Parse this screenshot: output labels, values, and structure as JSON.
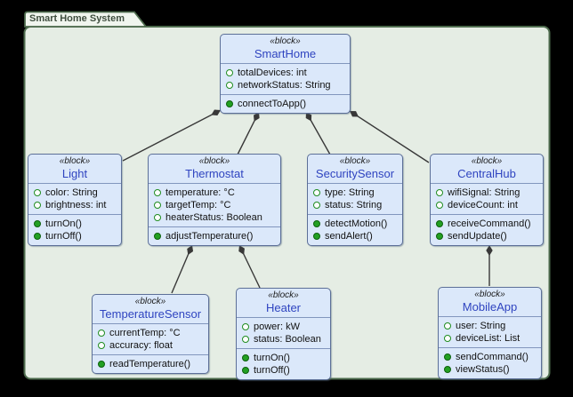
{
  "diagram": {
    "title": "Smart Home System",
    "type": "SysML block definition diagram",
    "colors": {
      "title_text": "#3f4e3f",
      "panel_fill": "#e5ede4",
      "panel_border": "#4d6b4d",
      "tab_fill": "#f0f5ee",
      "block_fill": "#dbe8fa",
      "block_border": "#5c6f97",
      "divider": "#8296bd",
      "name_text": "#2f44c0",
      "stereotype_text": "#1c1c1c",
      "member_text": "#111111",
      "attr_icon": "#1f8c1f",
      "op_icon": "#23a023",
      "edge": "#383838"
    }
  },
  "blocks": [
    {
      "stereotype": "«block»",
      "name": "SmartHome",
      "attributes": [
        "totalDevices: int",
        "networkStatus: String"
      ],
      "operations": [
        "connectToApp()"
      ]
    },
    {
      "stereotype": "«block»",
      "name": "Light",
      "attributes": [
        "color: String",
        "brightness: int"
      ],
      "operations": [
        "turnOn()",
        "turnOff()"
      ]
    },
    {
      "stereotype": "«block»",
      "name": "Thermostat",
      "attributes": [
        "temperature: °C",
        "targetTemp: °C",
        "heaterStatus: Boolean"
      ],
      "operations": [
        "adjustTemperature()"
      ]
    },
    {
      "stereotype": "«block»",
      "name": "SecuritySensor",
      "attributes": [
        "type: String",
        "status: String"
      ],
      "operations": [
        "detectMotion()",
        "sendAlert()"
      ]
    },
    {
      "stereotype": "«block»",
      "name": "CentralHub",
      "attributes": [
        "wifiSignal: String",
        "deviceCount: int"
      ],
      "operations": [
        "receiveCommand()",
        "sendUpdate()"
      ]
    },
    {
      "stereotype": "«block»",
      "name": "TemperatureSensor",
      "attributes": [
        "currentTemp: °C",
        "accuracy: float"
      ],
      "operations": [
        "readTemperature()"
      ]
    },
    {
      "stereotype": "«block»",
      "name": "Heater",
      "attributes": [
        "power: kW",
        "status: Boolean"
      ],
      "operations": [
        "turnOn()",
        "turnOff()"
      ]
    },
    {
      "stereotype": "«block»",
      "name": "MobileApp",
      "attributes": [
        "user: String",
        "deviceList: List"
      ],
      "operations": [
        "sendCommand()",
        "viewStatus()"
      ]
    }
  ],
  "relationships": [
    {
      "from": "SmartHome",
      "to": "Light",
      "type": "composition"
    },
    {
      "from": "SmartHome",
      "to": "Thermostat",
      "type": "composition"
    },
    {
      "from": "SmartHome",
      "to": "SecuritySensor",
      "type": "composition"
    },
    {
      "from": "SmartHome",
      "to": "CentralHub",
      "type": "composition"
    },
    {
      "from": "Thermostat",
      "to": "TemperatureSensor",
      "type": "composition"
    },
    {
      "from": "Thermostat",
      "to": "Heater",
      "type": "composition"
    },
    {
      "from": "CentralHub",
      "to": "MobileApp",
      "type": "composition"
    }
  ]
}
